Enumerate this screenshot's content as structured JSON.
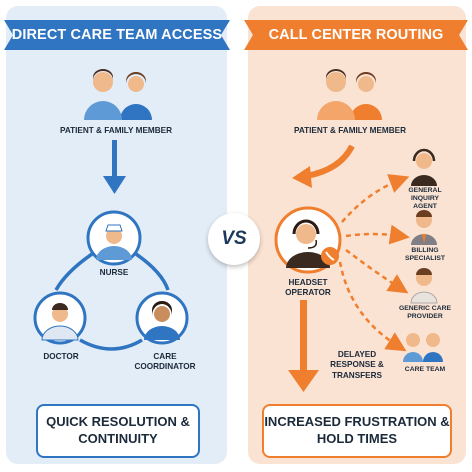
{
  "left": {
    "title": "DIRECT CARE TEAM ACCESS",
    "patient_label": "PATIENT & FAMILY MEMBER",
    "nurse_label": "NURSE",
    "doctor_label": "DOCTOR",
    "coordinator_label": "CARE COORDINATOR",
    "result_label": "QUICK RESOLUTION & CONTINUITY"
  },
  "vs_label": "VS",
  "right": {
    "title": "CALL CENTER ROUTING",
    "patient_label": "PATIENT & FAMILY MEMBER",
    "operator_label": "HEADSET OPERATOR",
    "agents": [
      {
        "label": "GENERAL INQUIRY AGENT",
        "icon": "headset-agent-icon"
      },
      {
        "label": "BILLING SPECIALIST",
        "icon": "specialist-icon"
      },
      {
        "label": "GENERIC CARE PROVIDER",
        "icon": "provider-icon"
      },
      {
        "label": "CARE TEAM",
        "icon": "care-team-icon"
      }
    ],
    "delay_label": "DELAYED RESPONSE & TRANSFERS",
    "result_label": "INCREASED FRUSTRATION & HOLD TIMES"
  },
  "colors": {
    "blue": "#2f75c1",
    "orange": "#ef7f2e",
    "left_bg": "#e3edf7",
    "right_bg": "#fbe3d3"
  }
}
